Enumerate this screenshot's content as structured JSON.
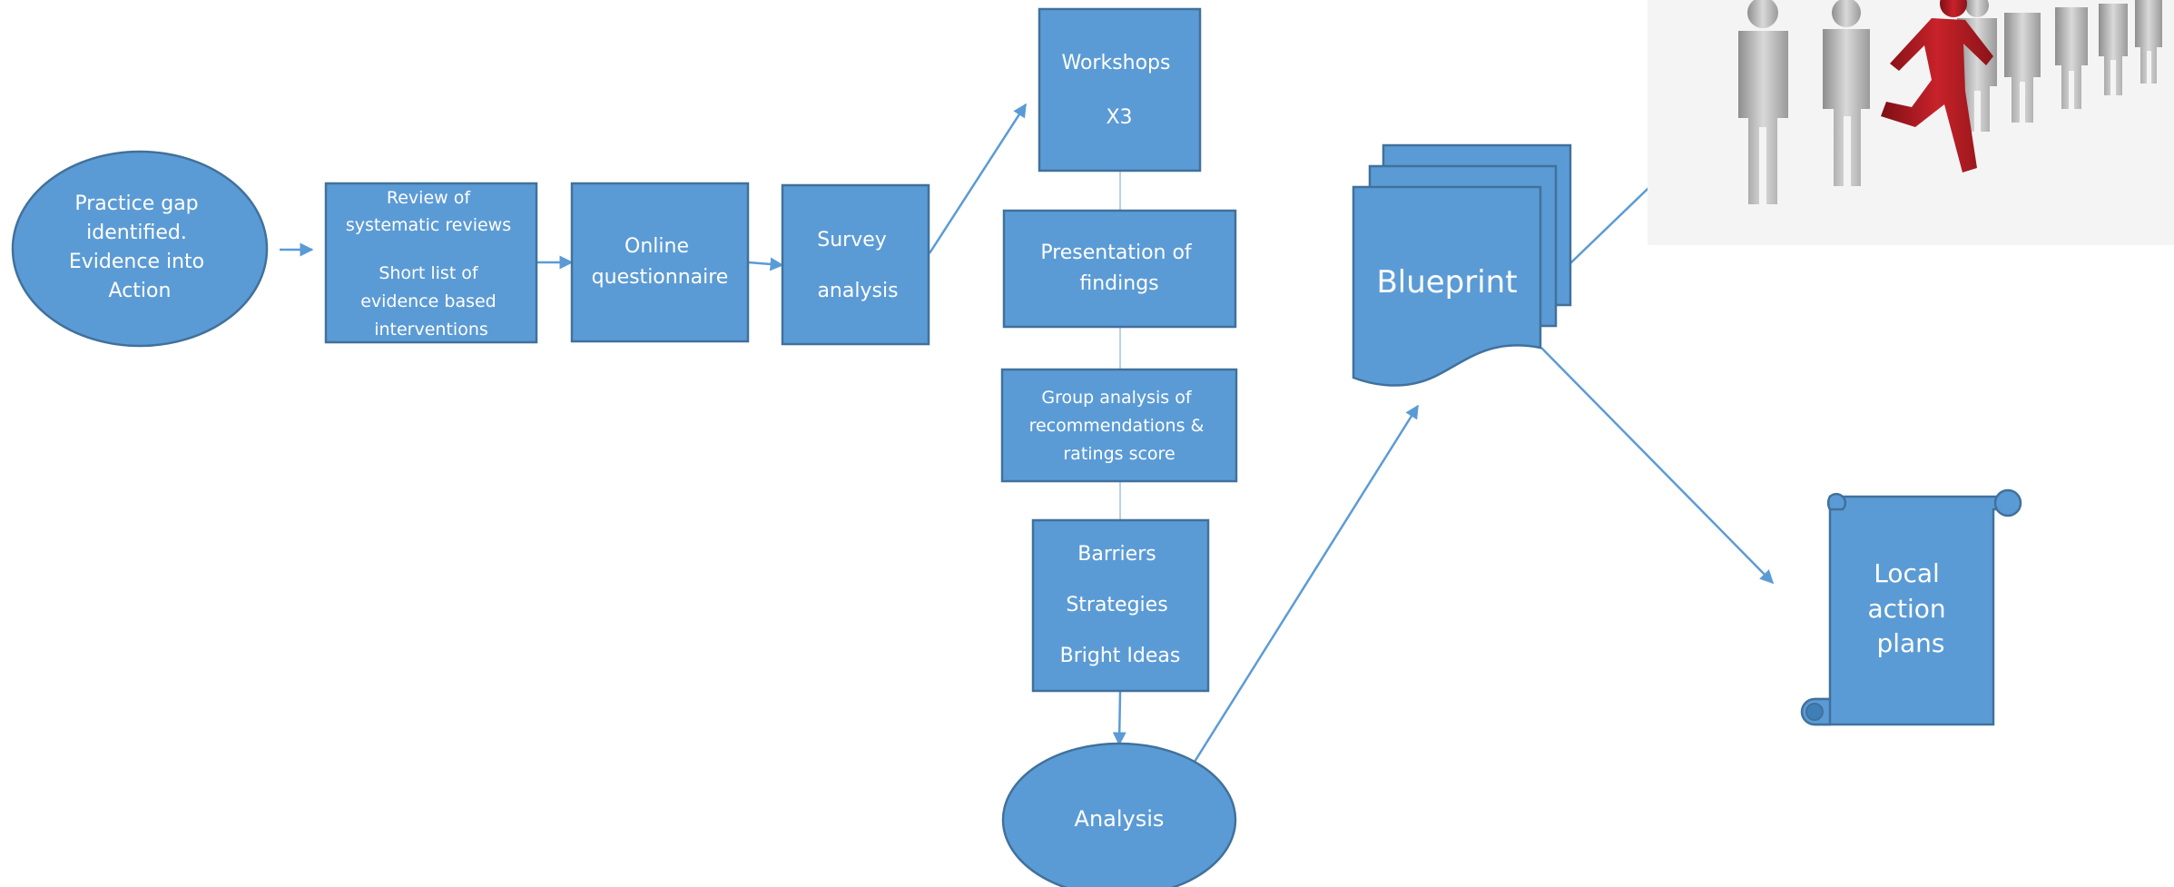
{
  "nodes": {
    "practice_gap": [
      "Practice gap",
      "identified.",
      "Evidence into",
      "Action"
    ],
    "review": [
      "Review of",
      "systematic reviews",
      "",
      "Short list of",
      "evidence based",
      "interventions"
    ],
    "online_questionnaire": [
      "Online",
      "questionnaire"
    ],
    "survey_analysis": [
      "Survey",
      "",
      "analysis"
    ],
    "workshops": [
      "Workshops",
      "",
      "X3"
    ],
    "presentation": [
      "Presentation of",
      "findings"
    ],
    "group_analysis": [
      "Group analysis of",
      "recommendations &",
      "ratings score"
    ],
    "barriers": [
      "Barriers",
      "",
      "Strategies",
      "",
      "Bright Ideas"
    ],
    "analysis": [
      "Analysis"
    ],
    "blueprint": [
      "Blueprint"
    ],
    "local_action_plans": [
      "Local",
      "action",
      "plans"
    ]
  },
  "image": {
    "description_icon": "people-queue-red-figure-stepping-out-icon",
    "figure_colors": {
      "grey": "#b9b9b9",
      "red": "#b01e24"
    }
  },
  "colors": {
    "fill": "#5b9bd5",
    "stroke": "#41719c",
    "arrow": "#5b9bd5",
    "text": "#ffffff"
  }
}
